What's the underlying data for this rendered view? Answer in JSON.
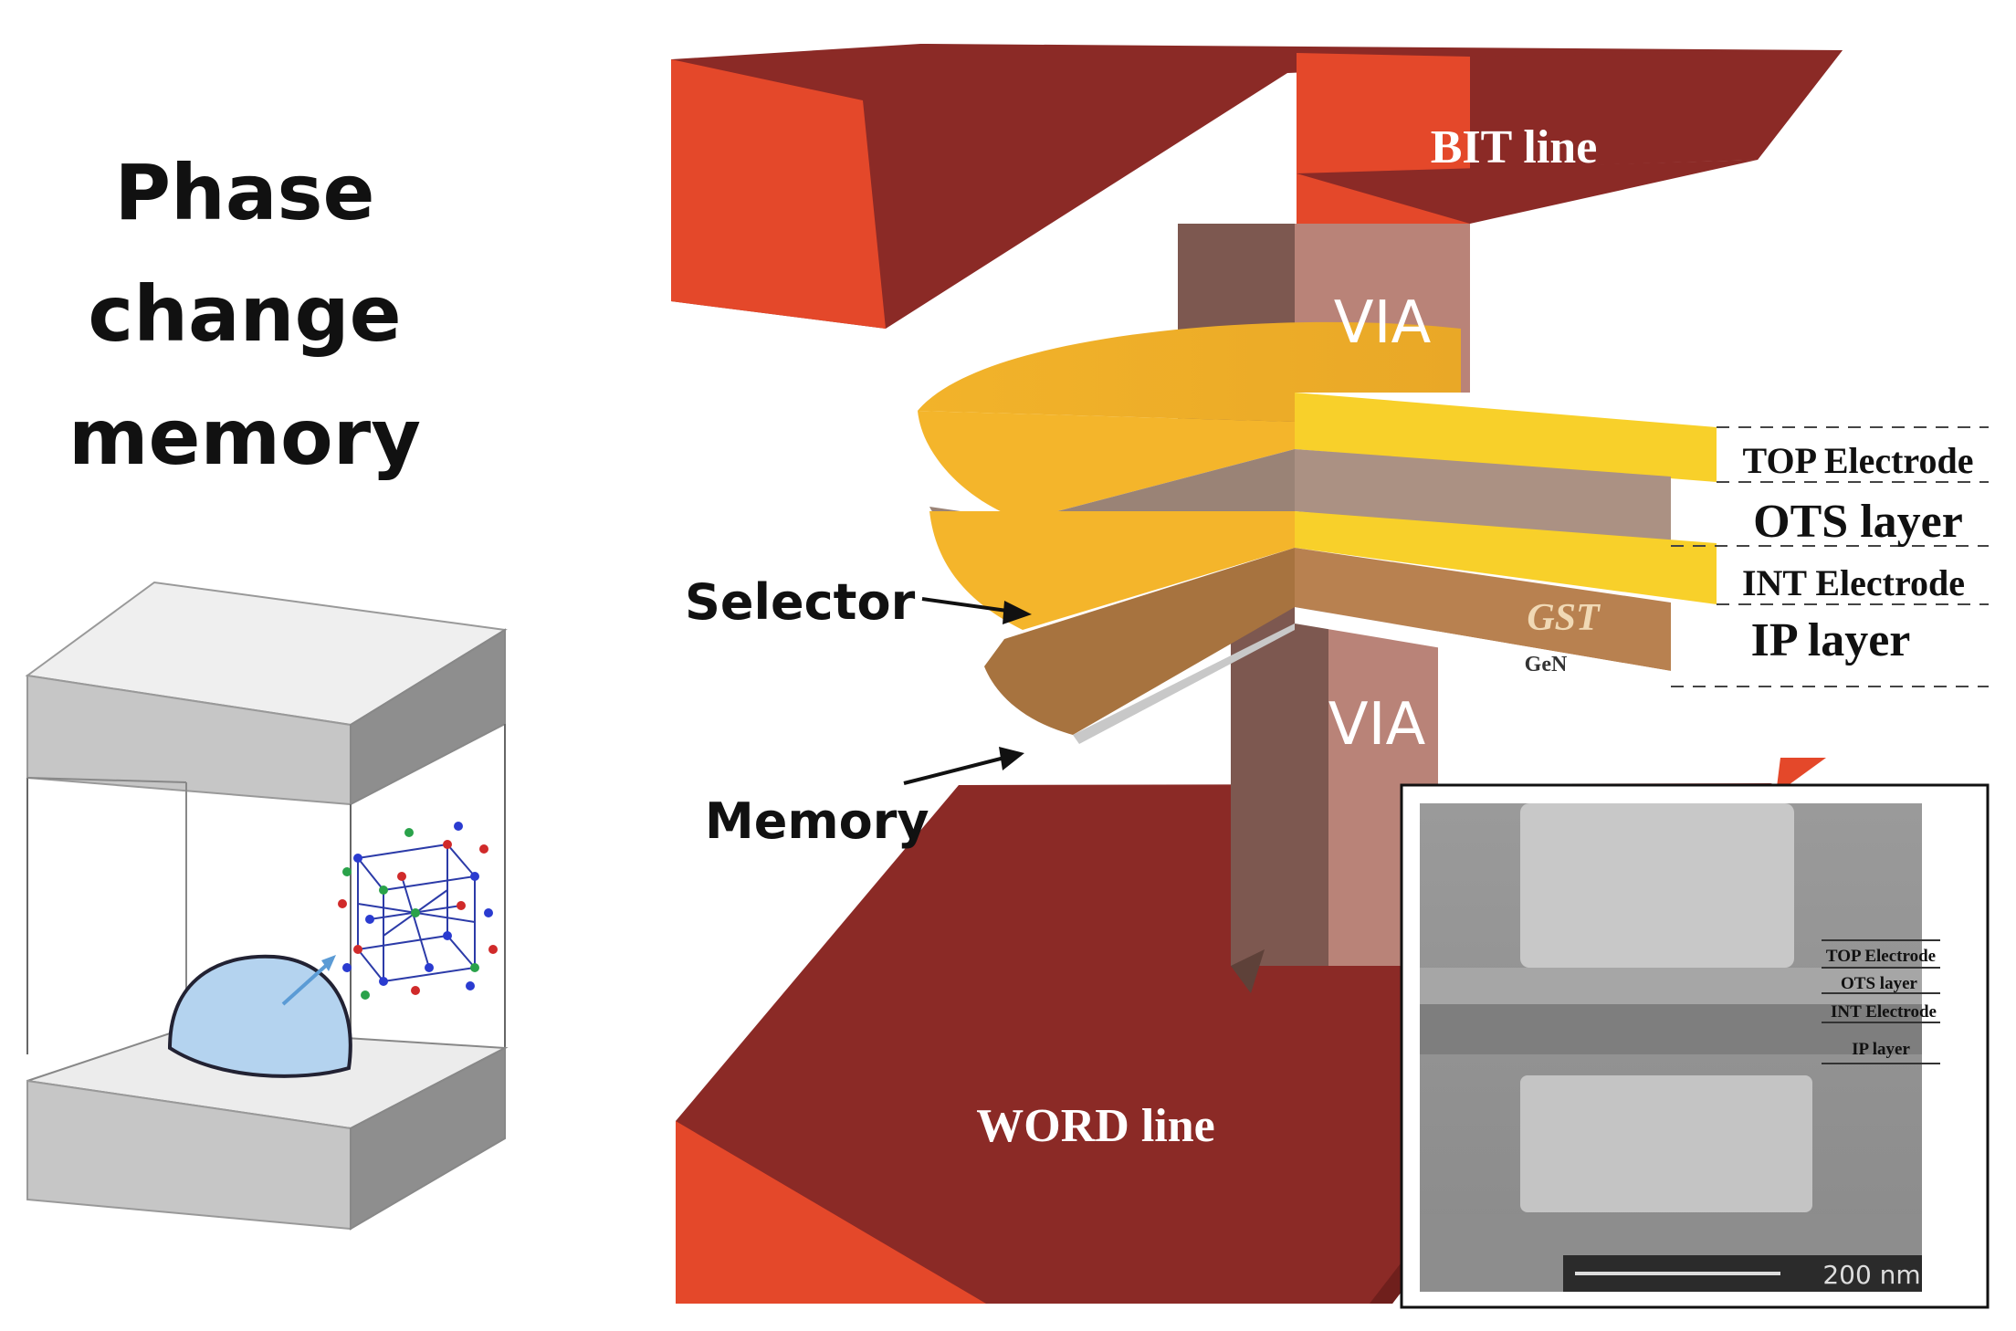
{
  "title": {
    "line1": "Phase",
    "line2": "change",
    "line3": "memory"
  },
  "diagram": {
    "bit_line": "BIT line",
    "word_line": "WORD line",
    "via_top": "VIA",
    "via_bottom": "VIA",
    "gst": "GST",
    "gen": "GeN",
    "layers": {
      "top_electrode": "TOP Electrode",
      "ots_layer": "OTS layer",
      "int_electrode": "INT Electrode",
      "ip_layer": "IP layer"
    },
    "callouts": {
      "selector": "Selector",
      "memory": "Memory"
    }
  },
  "inset": {
    "labels": {
      "top_electrode": "TOP Electrode",
      "ots_layer": "OTS layer",
      "int_electrode": "INT Electrode",
      "ip_layer": "IP layer"
    },
    "scale_bar": "200 nm"
  },
  "colors": {
    "line_dark": "#8b2a26",
    "line_face": "#e4482a",
    "via": "#b98378",
    "via_dark": "#7d5850",
    "electrode": "#f8d02a",
    "electrode_side": "#c58f2c",
    "gst": "#b88150",
    "ots": "#ab9183"
  }
}
